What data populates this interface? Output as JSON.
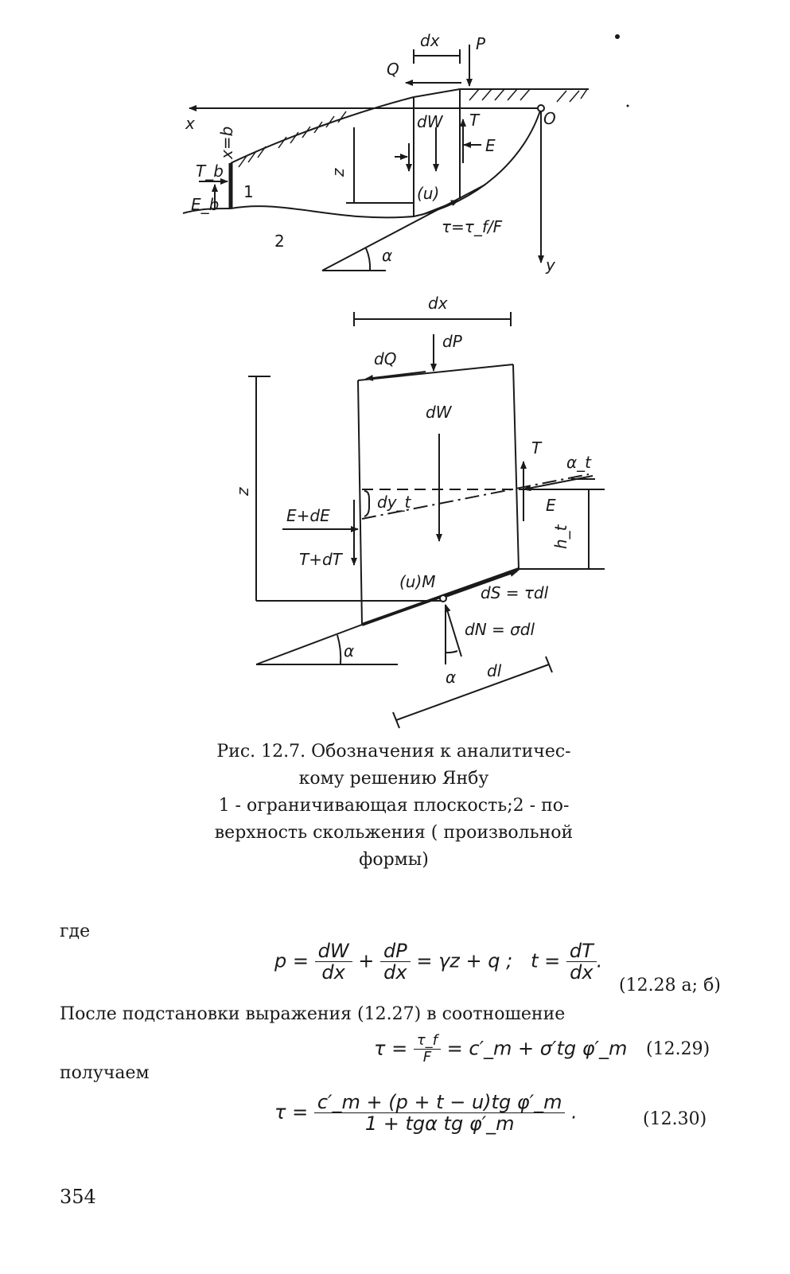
{
  "figure_top": {
    "labels": {
      "dx": "dx",
      "P": "P",
      "Q": "Q",
      "x": "x",
      "O": "O",
      "dW": "dW",
      "T": "T",
      "E": "E",
      "xb": "x=b",
      "Tb": "T_b",
      "Eb": "E_b",
      "z": "z",
      "one": "1",
      "u": "(u)",
      "tau": "τ=τ_f/F",
      "two": "2",
      "alpha": "α",
      "y": "y"
    }
  },
  "figure_bottom": {
    "labels": {
      "dx": "dx",
      "dQ": "dQ",
      "dP": "dP",
      "dW": "dW",
      "T": "T",
      "alpha_t": "α_t",
      "z": "z",
      "EdE": "E+dE",
      "dyt": "dy_t",
      "E": "E",
      "ht": "h_t",
      "TdT": "T+dT",
      "uM": "(u)M",
      "dS": "dS = τdl",
      "dN": "dN = σdl",
      "alpha": "α",
      "alpha2": "α",
      "dl": "dl"
    }
  },
  "caption": {
    "line1": "Рис. 12.7. Обозначения к аналитичес-",
    "line2": "кому решению Янбу",
    "line3": "1 - ограничивающая плоскость;2 - по-",
    "line4": "верхность скольжения ( произвольной",
    "line5": "формы)"
  },
  "text": {
    "gde": "где",
    "posle": "После подстановки выражения (12.27) в соотношение",
    "poluchaem": "получаем",
    "page_number": "354"
  },
  "equations": {
    "eq1_p": "p =",
    "eq1_f1_num": "dW",
    "eq1_f1_den": "dx",
    "eq1_plus": "+",
    "eq1_f2_num": "dP",
    "eq1_f2_den": "dx",
    "eq1_rest": "= γz + q ;",
    "eq1_t": "t =",
    "eq1_f3_num": "dT",
    "eq1_f3_den": "dx",
    "eq1_dot": ".",
    "eq1_no": "(12.28 а; б)",
    "eq2_lhs": "τ =",
    "eq2_f_num": "τ_f",
    "eq2_f_den": "F",
    "eq2_rest": "= c′_m + σ′tg φ′_m",
    "eq2_no": "(12.29)",
    "eq3_lhs": "τ =",
    "eq3_num": "c′_m + (p + t − u)tg φ′_m",
    "eq3_den": "1 + tgα tg φ′_m",
    "eq3_dot": ".",
    "eq3_no": "(12.30)"
  }
}
